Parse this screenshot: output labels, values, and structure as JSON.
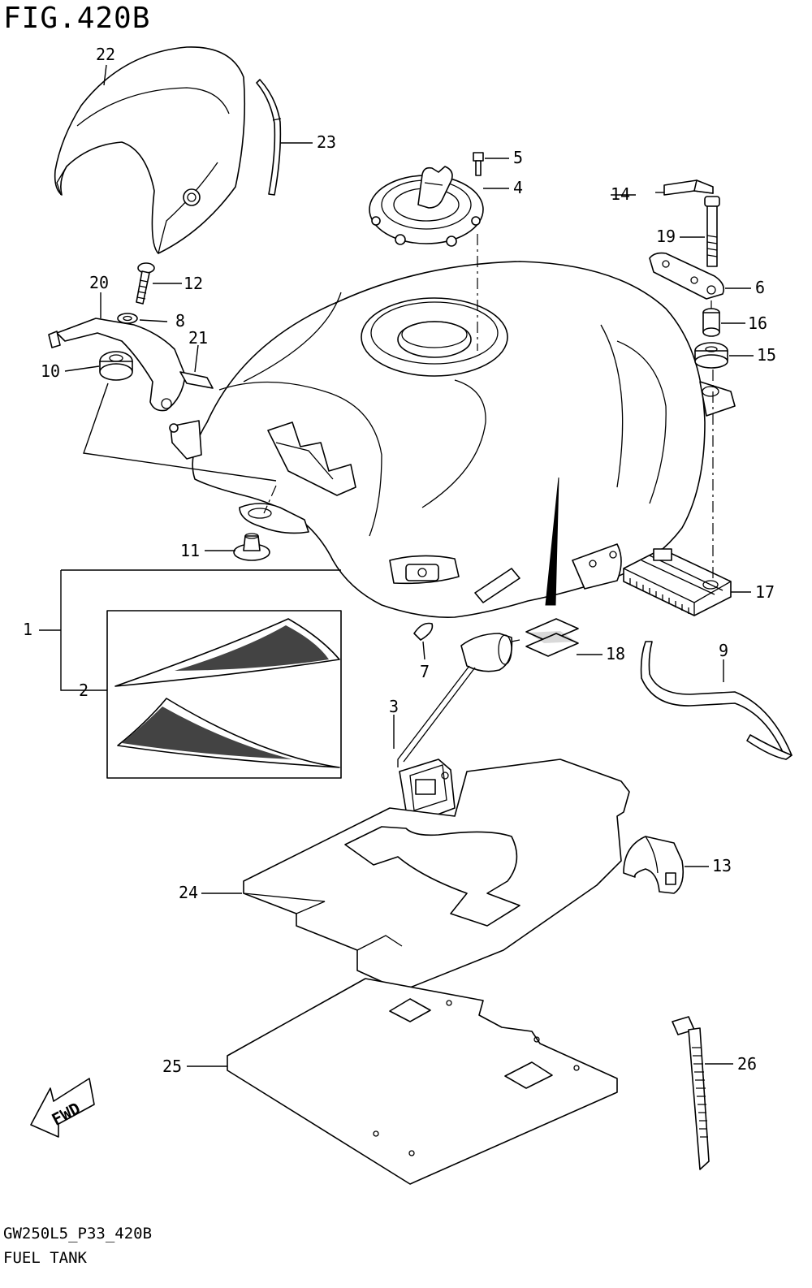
{
  "figure": {
    "title": "FIG.420B",
    "footer_code": "GW250L5_P33_420B",
    "footer_name": "FUEL TANK",
    "fwd_label": "FWD"
  },
  "callouts": [
    {
      "id": "1",
      "label": "1"
    },
    {
      "id": "2",
      "label": "2"
    },
    {
      "id": "3",
      "label": "3"
    },
    {
      "id": "4",
      "label": "4"
    },
    {
      "id": "5",
      "label": "5"
    },
    {
      "id": "6",
      "label": "6"
    },
    {
      "id": "7",
      "label": "7"
    },
    {
      "id": "8",
      "label": "8"
    },
    {
      "id": "9",
      "label": "9"
    },
    {
      "id": "10",
      "label": "10"
    },
    {
      "id": "11",
      "label": "11"
    },
    {
      "id": "12",
      "label": "12"
    },
    {
      "id": "13",
      "label": "13"
    },
    {
      "id": "14",
      "label": "14"
    },
    {
      "id": "15",
      "label": "15"
    },
    {
      "id": "16",
      "label": "16"
    },
    {
      "id": "17",
      "label": "17"
    },
    {
      "id": "18",
      "label": "18"
    },
    {
      "id": "19",
      "label": "19"
    },
    {
      "id": "20",
      "label": "20"
    },
    {
      "id": "21",
      "label": "21"
    },
    {
      "id": "22",
      "label": "22"
    },
    {
      "id": "23",
      "label": "23"
    },
    {
      "id": "24",
      "label": "24"
    },
    {
      "id": "25",
      "label": "25"
    },
    {
      "id": "26",
      "label": "26"
    }
  ]
}
